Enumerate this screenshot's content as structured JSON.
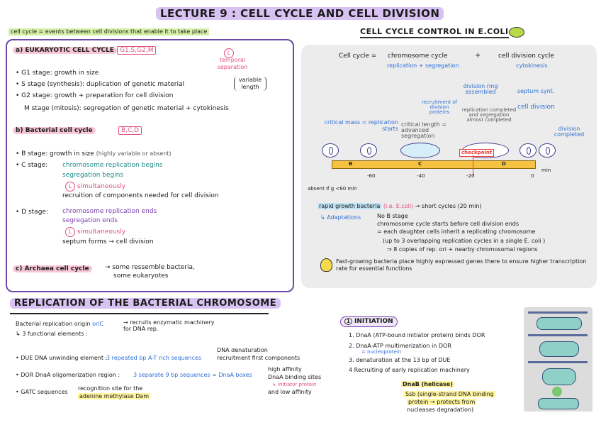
{
  "title": "LECTURE 9 : CELL CYCLE AND CELL DIVISION",
  "definition": "cell cycle = events between cell divisions that enable it to take place",
  "eukaryotic": {
    "heading": "a) EUKARYOTIC CELL CYCLE",
    "phases": "G1,S,G2,M",
    "temporal": "temporal separation",
    "g1": "• G1 stage: growth in size",
    "s": "• S stage (synthesis): duplication of genetic material",
    "variable": "variable length",
    "g2": "• G2 stage: growth + preparation for cell division",
    "m": "M stage (mitosis): segregation of genetic material + cytokinesis"
  },
  "bacterial": {
    "heading": "b) Bacterial cell cycle",
    "phases": "B,C,D",
    "b_stage": "• B stage: growth in size",
    "b_note": "(highly variable or absent)",
    "c_stage": "• C stage:",
    "c_line1": "chromosome replication begins",
    "c_line2": "segregation begins",
    "c_line3": "simultaneously",
    "c_line4": "recruition of components needed for cell division",
    "d_stage": "• D stage:",
    "d_line1": "chromosome replication ends",
    "d_line2": "segregation ends",
    "d_line3": "simultaneously",
    "d_line4": "septum forms → cell division"
  },
  "archaea": {
    "heading": "c) Archaea cell cycle",
    "text1": "→ some ressemble bacteria,",
    "text2": "some eukaryotes"
  },
  "control": {
    "heading": "CELL CYCLE CONTROL IN E.COLI",
    "eq_label": "Cell cycle =",
    "chromosome_cycle": "chromosome cycle",
    "plus": "+",
    "division_cycle": "cell division cycle",
    "rep_seg": "replication + segregation",
    "cytokinesis": "cytokinesis",
    "division_ring": "division ring assembled",
    "septum": "septum synt.",
    "recruitment": "recruitment of division proteins",
    "rep_completed": "replication completed and segregation almost completed",
    "cell_division": "cell division",
    "critical_mass": "critical mass = replication starts",
    "critical_length": "critical length = advanced segregation",
    "division_completed": "division completed",
    "checkpoint": "checkpoint",
    "segments": [
      "B",
      "C",
      "D"
    ],
    "ticks": [
      "-60",
      "-40",
      "-20",
      "0"
    ],
    "min": "min",
    "absent": "absent if g <60 min",
    "rapid": "rapid growth bacteria",
    "rapid_note": "(i.e. E.coli)",
    "rapid_result": "→ short cycles (20 min)",
    "adaptations": "↳ Adaptations",
    "ad1": "No B stage",
    "ad2": "chromosome cycle starts before cell division ends",
    "ad3": "= each daughter cells inherit a replicating chromosome",
    "ad4": "(up to 3 overlapping replication cycles in a single E. coli )",
    "ad5": "⇒ 8 copies of rep. ori + nearby chromosomal regions",
    "fast": "Fast-growing bacteria place highly expressed genes there to ensure higher transcription rate for essential functions"
  },
  "replication": {
    "heading": "REPLICATION OF THE BACTERIAL CHROMOSOME",
    "origin": "Bacterial replication origin",
    "oric": "oriC",
    "recruits": "→ recruits enzymatic machinery for DNA rep.",
    "functional": "↳ 3 functional elements :",
    "due": "• DUE DNA unwinding element :",
    "due_desc": "3 repeated bp A-T rich sequences",
    "due_r1": "DNA denaturation",
    "due_r2": "recruitment first components",
    "dor": "• DOR DnaA oligomerization region :",
    "dor_desc": "3 separate 9 bp sequences = DnaA boxes",
    "dor_r1": "high affinity",
    "dor_r2": "DnaA binding sites",
    "dor_r3": "↳ initiator protein",
    "dor_r4": "and low affinity",
    "gatc": "• GATC sequences",
    "gatc1": "recognition site for the",
    "gatc2": "adenine methylase Dam"
  },
  "initiation": {
    "heading": "INITIATION",
    "num": "1",
    "s1": "1. DnaA (ATP-bound initiator protein) binds DOR",
    "s2": "2. DnaA-ATP multimerization in DOR",
    "s2b": "= nucleoprotein",
    "s3": "3. denaturation at the 13 bp of DUE",
    "s4": "4  Recruiting of early replication machinery",
    "dnab": "DnaB (helicase)",
    "ssb": "Ssb (single-strand DNA binding",
    "ssb2": "protein → protects from",
    "ssb3": "nucleases degradation)"
  },
  "colors": {
    "purple": "#7b3fb0",
    "pink": "#e0507a",
    "blue": "#2d6fd6",
    "teal": "#1e8a8a",
    "bar": "#f5c243",
    "checkpoint": "#ee3b3b"
  }
}
